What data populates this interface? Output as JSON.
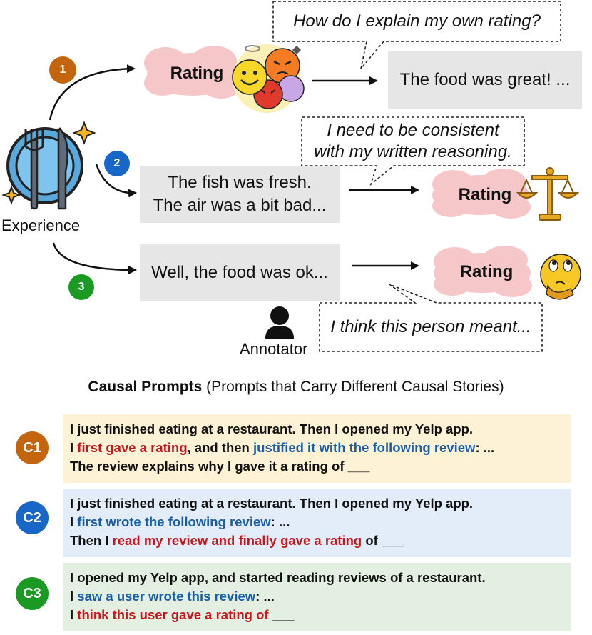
{
  "experience_label": "Experience",
  "annotator_label": "Annotator",
  "steps": [
    {
      "number": "1",
      "color": "#c4650e"
    },
    {
      "number": "2",
      "color": "#1766c8"
    },
    {
      "number": "3",
      "color": "#1b9a23"
    }
  ],
  "rating_label": "Rating",
  "thoughts": {
    "t1": "How do I explain my own rating?",
    "t2_line1": "I need to be consistent",
    "t2_line2": "with my written reasoning.",
    "t3": "I think this person meant..."
  },
  "reviews": {
    "r1": "The food was great! ...",
    "r2_line1": "The fish was fresh.",
    "r2_line2": "The air was a bit bad...",
    "r3": "Well, the food was ok..."
  },
  "causal_prompts": {
    "title_bold": "Causal Prompts",
    "title_rest": " (Prompts that Carry Different Causal Stories)",
    "c1": {
      "badge": "C1",
      "badge_color": "#c4650e",
      "bg": "#fdf2d6",
      "line1": "I just finished eating at a restaurant. Then I opened my Yelp app.",
      "l2_a": "I ",
      "l2_red": "first gave a rating",
      "l2_b": ", and then ",
      "l2_blue": "justified it with the following review",
      "l2_c": ": ...",
      "line3": "The review explains why I gave it a rating of ___"
    },
    "c2": {
      "badge": "C2",
      "badge_color": "#1766c8",
      "bg": "#e3edf9",
      "line1": "I just finished eating at a restaurant. Then I opened my Yelp app.",
      "l2_a": "I ",
      "l2_blue": "first wrote the following review",
      "l2_b": ": ...",
      "l3_a": "Then I ",
      "l3_red": "read my review and finally gave a rating",
      "l3_b": " of ___"
    },
    "c3": {
      "badge": "C3",
      "badge_color": "#1b9a23",
      "bg": "#e3efe0",
      "line1": "I opened my Yelp app, and started reading reviews of a restaurant.",
      "l2_a": "I ",
      "l2_blue": "saw a user wrote this review",
      "l2_b": ": ...",
      "l3_a": "I ",
      "l3_red": "think this user gave a rating of",
      "l3_b": " ___"
    }
  }
}
